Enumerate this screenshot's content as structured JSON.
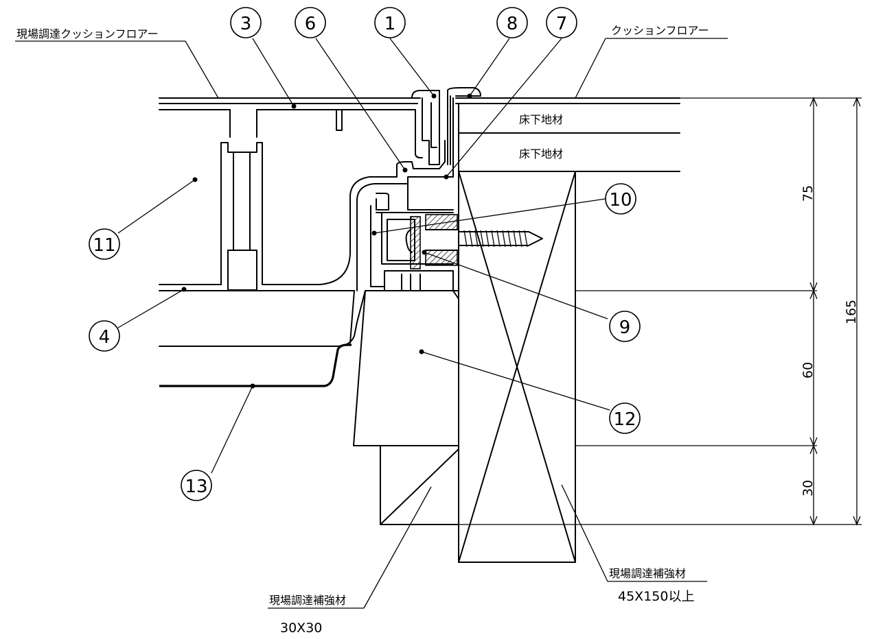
{
  "callouts": [
    "1",
    "3",
    "4",
    "6",
    "7",
    "8",
    "9",
    "10",
    "11",
    "12",
    "13"
  ],
  "labels": {
    "onsite_cushion_floor": "現場調達クッションフロアー",
    "cushion_floor": "クッションフロアー",
    "subfloor_1": "床下地材",
    "subfloor_2": "床下地材",
    "reinforcement_large": "現場調達補強材",
    "reinforcement_large_size": "45X150以上",
    "reinforcement_small": "現場調達補強材",
    "reinforcement_small_size": "30X30"
  },
  "dimensions": {
    "d75": "75",
    "d60": "60",
    "d30": "30",
    "d165": "165"
  }
}
